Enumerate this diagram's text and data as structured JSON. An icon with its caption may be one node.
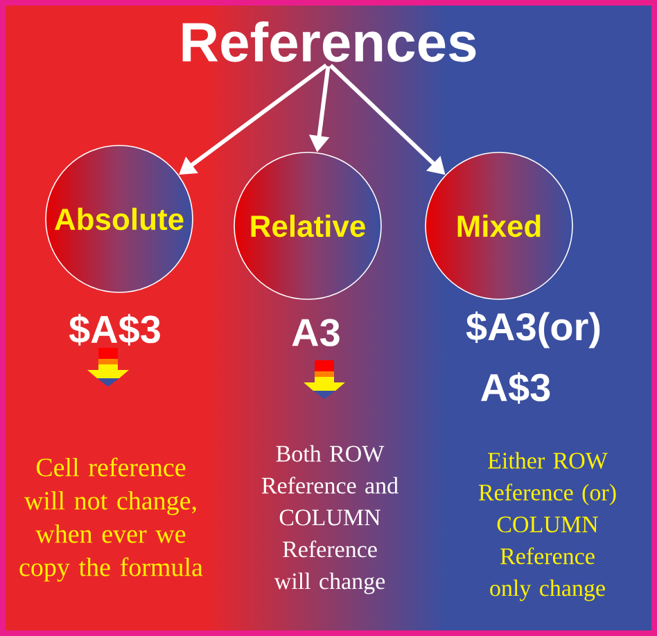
{
  "diagram": {
    "nodes": [
      {
        "text": [
          "References"
        ]
      },
      {
        "text": [
          "Absolute"
        ]
      },
      {
        "text": [
          "Relative"
        ]
      },
      {
        "text": [
          "Mixed"
        ]
      }
    ],
    "edges": [
      {
        "from": 0,
        "to": 1,
        "arrow": "to"
      },
      {
        "from": 0,
        "to": 2,
        "arrow": "to"
      },
      {
        "from": 0,
        "to": 3,
        "arrow": "to"
      }
    ],
    "labels": [
      "$A$3",
      "A3",
      "$A3(or)",
      "A$3",
      "Cell reference will not change, when ever we copy the formula",
      "Both ROW Reference and COLUMN Reference will change",
      "Either ROW Reference (or) COLUMN Reference only change"
    ]
  }
}
